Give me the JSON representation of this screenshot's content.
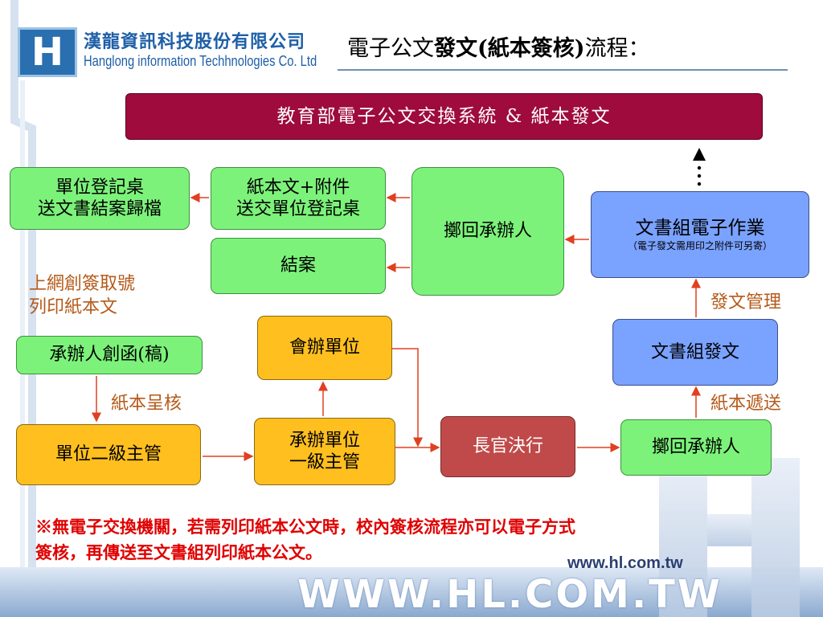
{
  "header": {
    "company_cn": "漢龍資訊科技股份有限公司",
    "company_en": "Hanglong information Techhnologies Co. Ltd",
    "logo_letter": "H",
    "title_pre": "電子公文",
    "title_bold": "發文(紙本簽核)",
    "title_post": "流程："
  },
  "boxes": {
    "system": "教育部電子公文交換系統 & 紙本發文",
    "unit_desk": [
      "單位登記桌",
      "送文書結案歸檔"
    ],
    "paper_attach": [
      "紙本文+附件",
      "送交單位登記桌"
    ],
    "close_case": "結案",
    "return_handler_top": "擲回承辦人",
    "doc_group_electronic": "文書組電子作業",
    "doc_group_electronic_note": "（電子發文需用印之附件可另寄）",
    "doc_group_send": "文書組發文",
    "cosign_unit": "會辦單位",
    "handler_create": "承辦人創函(稿)",
    "unit_level2": "單位二級主管",
    "unit_level1": [
      "承辦單位",
      "一級主管"
    ],
    "supervisor_decide": "長官決行",
    "return_handler_bottom": "擲回承辦人"
  },
  "labels": {
    "online_draft": [
      "上網創簽取號",
      "列印紙本文"
    ],
    "paper_review": "紙本呈核",
    "send_manage": "發文管理",
    "paper_deliver": "紙本遞送"
  },
  "note": [
    "※無電子交換機關，若需列印紙本公文時，校內簽核流程亦可以電子方式",
    "簽核，再傳送至文書組列印紙本公文。"
  ],
  "footer": {
    "url_small": "www.hl.com.tw",
    "url_big": "WWW.HL.COM.TW"
  },
  "colors": {
    "green": "#7cf27a",
    "orange": "#ffbf1f",
    "blue": "#7aa2ff",
    "maroon": "#9e0b3c",
    "red_box": "#c04a4a",
    "arrow": "#e04020",
    "label": "#b55a1a",
    "note": "#e00000"
  }
}
